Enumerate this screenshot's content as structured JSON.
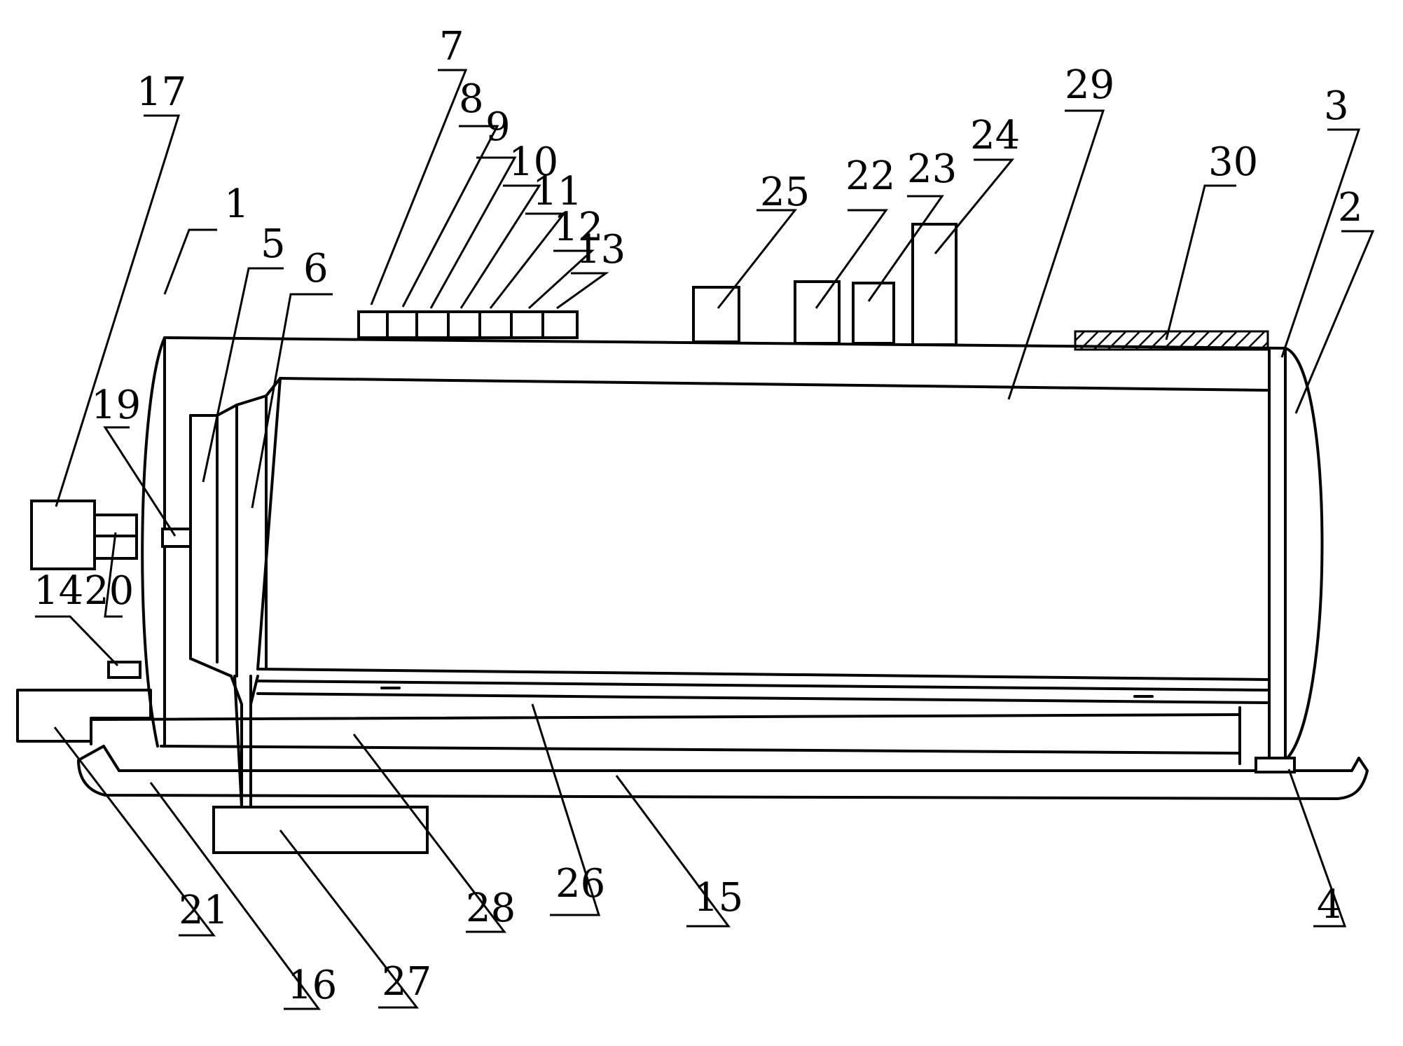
{
  "diagram": {
    "labels": {
      "l1": "1",
      "l2": "2",
      "l3": "3",
      "l4": "4",
      "l5": "5",
      "l6": "6",
      "l7": "7",
      "l8": "8",
      "l9": "9",
      "l10": "10",
      "l11": "11",
      "l12": "12",
      "l13": "13",
      "l14": "14",
      "l15": "15",
      "l16": "16",
      "l17": "17",
      "l19": "19",
      "l20": "20",
      "l21": "21",
      "l22": "22",
      "l23": "23",
      "l24": "24",
      "l25": "25",
      "l26": "26",
      "l27": "27",
      "l28": "28",
      "l29": "29",
      "l30": "30"
    }
  }
}
